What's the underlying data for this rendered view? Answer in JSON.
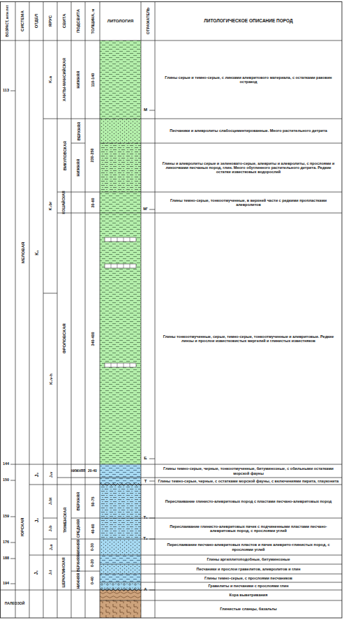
{
  "diagram": {
    "nodes": [
      {
        "text": [
          "Глины серые и темно-серые, с линзами алевритового материала, с остатками раковин остракод"
        ]
      },
      {
        "text": [
          "Песчаники и алевролиты слабосцементированные. Много растительного детрита"
        ]
      },
      {
        "text": [
          "Глины и алевролиты серые и зеленовато-серые, алевриты и алевролиты, с прослоями и линзочками песчаных пород, глин. Много обугленного растительного детрита. Редкие остатки известковых водорослей"
        ]
      },
      {
        "text": [
          "Глины темно-серые, тонкоотмученные, в верхней части с редкими пропластками алевролитов"
        ]
      },
      {
        "text": [
          "Глины тонкоотмученные, серые, темно-серые, тонкоотмученные и алевритовые. Редкие линзы и прослои известковистых мергелей и глинистых известняков"
        ]
      },
      {
        "text": [
          "Глины темно-серые, черные, тонкоотмученные, битуминозные, с обильными остатками морской фауны"
        ]
      },
      {
        "text": [
          "Глины темно-серые, черные, с остатками морской фауны, с включениями пирита, глауконита"
        ]
      },
      {
        "text": [
          "Переслаивание глинисто-алевритовых пород с пластами песчано-алевритовых пород"
        ]
      },
      {
        "text": [
          "Переслаивание глинисто-алевритовых пачек с подчиненными пластами песчано-алевритовых пород, с прослоями углей"
        ]
      },
      {
        "text": [
          "Переслаивание песчано-алевритовых пластов и пачек алеврито-глинистых пород, с прослоями углей"
        ]
      },
      {
        "text": [
          "Глины аргиллитоподобные, битуминозные"
        ]
      },
      {
        "text": [
          "Песчаники и прослои гравелитов, алевролитов и глин"
        ]
      },
      {
        "text": [
          "Глины темно-серые, с прослоями песчаников"
        ]
      },
      {
        "text": [
          "Гравелиты и песчаники с прослоями глин"
        ]
      },
      {
        "text": [
          "Кора выветривания"
        ]
      },
      {
        "text": [
          "Глинистые сланцы, базальты"
        ]
      }
    ],
    "labels": [
      "ВОЗРАСТ, млн лет",
      "СИСТЕМА",
      "ОТДЕЛ",
      "ЯРУС",
      "СВИТА",
      "ПОДСВИТА",
      "ТОЛЩИНА, м",
      "ЛИТОЛОГИЯ",
      "ОТРАЖАТЕЛЬ",
      "ЛИТОЛОГИЧЕСКОЕ ОПИСАНИЕ ПОРОД",
      "113",
      "144",
      "150",
      "159",
      "176",
      "188",
      "194",
      "МЕЛОВАЯ",
      "ЮРСКАЯ",
      "ПАЛЕОЗОЙ",
      "K₁",
      "J₃",
      "J₂",
      "J₁",
      "K₁a",
      "K₁br",
      "K₁v-h",
      "J₃v",
      "J₂bt",
      "J₂b",
      "J₂a",
      "J₁t",
      "ХАНТЫ-МАНСИЙСКАЯ",
      "ВИКУЛОВСКАЯ",
      "КОШАЙСКАЯ",
      "ФРОЛОВСКАЯ",
      "ТЮМЕНСКАЯ",
      "ШЕРКАЛИНСКАЯ",
      "НИЖНЯЯ",
      "ВЕРХНЯЯ",
      "НИЖНЯЯ",
      "НИЖНЯЯ",
      "ВЕРХНЯЯ",
      "СРЕДНЯЯ",
      "НИЖНЯЯ",
      "ВЕРХНЯЯ",
      "НИЖНЯЯ",
      "110-140",
      "230-250",
      "30-60",
      "340-400",
      "20-40",
      "50-75",
      "40-60",
      "0-30",
      "0-20",
      "0-40",
      "М",
      "М'",
      "Б",
      "Т",
      "Т₁",
      "Т₂",
      "А"
    ]
  }
}
